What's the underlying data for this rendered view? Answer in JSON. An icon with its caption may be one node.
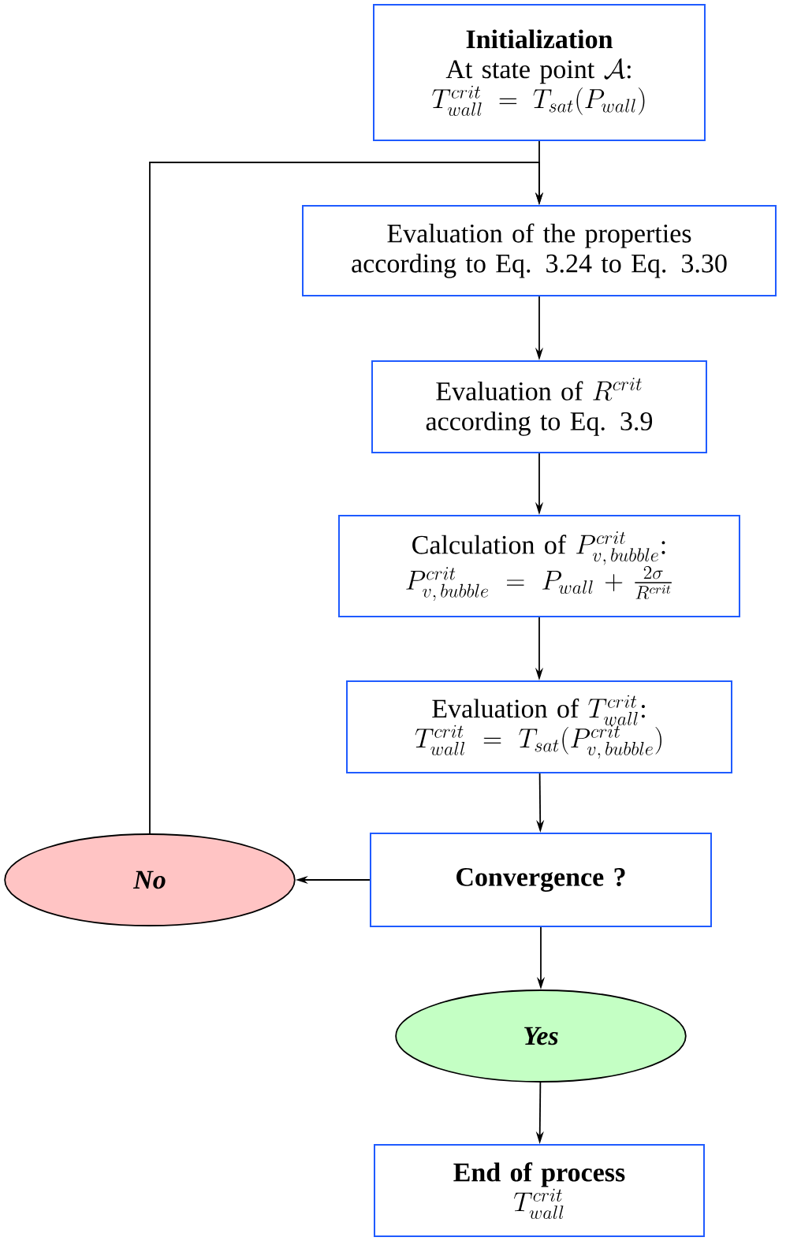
{
  "diagram": {
    "nodes": [
      {
        "text": [
          "Initialization",
          "\\text{At state point } \\mathcal{A}\\text{:}",
          "T^{crit}_{wall} = T_{sat}(P_{wall})"
        ]
      },
      {
        "text": [
          "Evaluation of the properties according to Eq. 3.24 to Eq. 3.30"
        ]
      },
      {
        "text": [
          "\\text{Evaluation of } R^{crit}",
          "according to Eq. 3.9"
        ]
      },
      {
        "text": [
          "\\text{Calculation of } P^{crit}_{v,\\,bubble}\\text{:}",
          "P^{crit}_{v,\\,bubble} = P_{wall} + \\tfrac{2\\sigma}{R^{crit}}"
        ]
      },
      {
        "text": [
          "\\text{Evaluation of } T^{crit}_{wall}\\text{:}",
          "T^{crit}_{wall} = T_{sat}(P^{crit}_{v,\\,bubble})"
        ]
      },
      {
        "text": [
          "Convergence ?"
        ]
      },
      {
        "text": [
          "No"
        ]
      },
      {
        "text": [
          "Yes"
        ]
      },
      {
        "text": [
          "End of process",
          "T^{crit}_{wall}"
        ]
      }
    ],
    "edges": [
      {
        "from": 0,
        "to": 1,
        "arrow": "to"
      },
      {
        "from": 1,
        "to": 2,
        "arrow": "to"
      },
      {
        "from": 2,
        "to": 3,
        "arrow": "to"
      },
      {
        "from": 3,
        "to": 4,
        "arrow": "to"
      },
      {
        "from": 4,
        "to": 5,
        "arrow": "to"
      },
      {
        "from": 5,
        "to": 6,
        "arrow": "to"
      },
      {
        "from": 6,
        "to": 1,
        "arrow": "to"
      },
      {
        "from": 5,
        "to": 7,
        "arrow": "to"
      },
      {
        "from": 7,
        "to": 8,
        "arrow": "to"
      }
    ]
  }
}
